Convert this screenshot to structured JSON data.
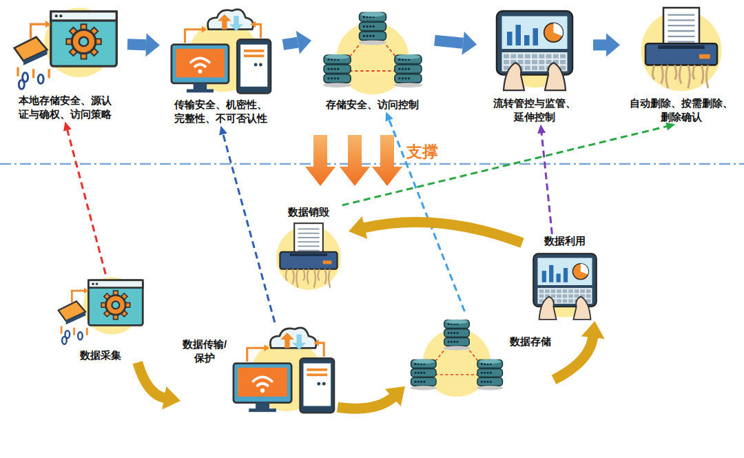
{
  "diagram": {
    "nodes": [
      {
        "text": [
          "本地存储安全、源认证与确权、访问策略"
        ]
      },
      {
        "text": [
          "传输安全、机密性、完整性、不可否认性"
        ]
      },
      {
        "text": [
          "存储安全、访问控制"
        ]
      },
      {
        "text": [
          "流转管控与监管、延伸控制"
        ]
      },
      {
        "text": [
          "自动删除、按需删除、删除确认"
        ]
      },
      {
        "text": [
          "数据采集"
        ]
      },
      {
        "text": [
          "数据传输/保护"
        ]
      },
      {
        "text": [
          "数据存储"
        ]
      },
      {
        "text": [
          "数据利用"
        ]
      },
      {
        "text": [
          "数据销毁"
        ]
      }
    ],
    "edges": [
      {
        "from": 0,
        "to": 1,
        "arrow": "to"
      },
      {
        "from": 1,
        "to": 2,
        "arrow": "to"
      },
      {
        "from": 2,
        "to": 3,
        "arrow": "to"
      },
      {
        "from": 3,
        "to": 4,
        "arrow": "to"
      },
      {
        "from": 5,
        "to": 0,
        "arrow": "to"
      },
      {
        "from": 6,
        "to": 1,
        "arrow": "to"
      },
      {
        "from": 7,
        "to": 2,
        "arrow": "to"
      },
      {
        "from": 8,
        "to": 3,
        "arrow": "to"
      },
      {
        "from": 9,
        "to": 4,
        "arrow": "to"
      },
      {
        "from": 5,
        "to": 6,
        "arrow": "to"
      },
      {
        "from": 6,
        "to": 7,
        "arrow": "to"
      },
      {
        "from": 7,
        "to": 8,
        "arrow": "to"
      },
      {
        "from": 8,
        "to": 9,
        "arrow": "to"
      }
    ],
    "labels": [
      "支撑"
    ]
  }
}
